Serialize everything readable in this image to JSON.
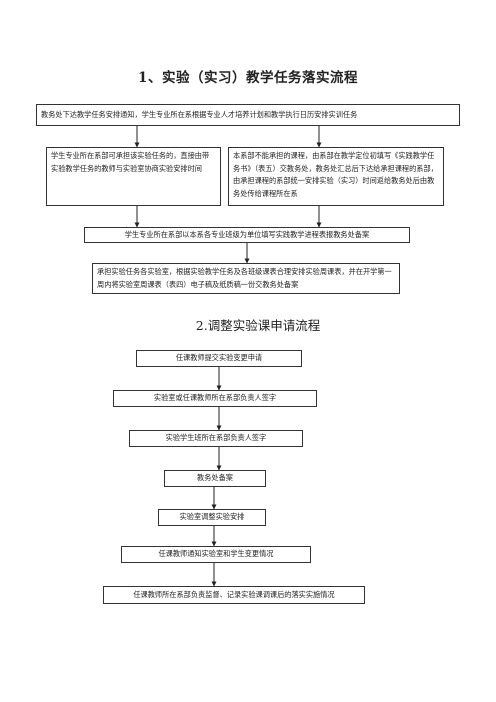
{
  "section1": {
    "title": "1、实验（实习）教学任务落实流程",
    "box_notice": "教务处下达教学任务安排通知，学生专业所在系根据专业人才培养计划和教学执行日历安排实训任务",
    "box_left": "学生专业所在系部可承担该实验任务的，直接由带实验教学任务的教师与实验室协商实验安排时间",
    "box_right": "本系部不能承担的课程，由系部在教学定位初填写《实践教学任务书》（表五）交教务处，教务处汇总后下达给承担课程的系部，由承担课程的系部统一安排实验（实习）时间返给教务处后由教务处传给课程所在系",
    "box_report": "学生专业所在系部以本系各专业班级为单位填写实践教学进程表报教务处备案",
    "box_lab": "承担实验任务各实验室，根据实验教学任务及各班级课表合理安排实验周课表，并在开学第一周内将实验室周课表（表四）电子稿及纸质稿一份交教务处备案"
  },
  "section2": {
    "title": "2.调整实验课申请流程",
    "steps": [
      "任课教师提交实验变更申请",
      "实验室或任课教师所在系部负责人签字",
      "实验学生班所在系部负责人签字",
      "教务处备案",
      "实验室调整实验安排",
      "任课教师通知实验室和学生变更情况",
      "任课教师所在系部负责监督、记录实验课调课后的落实实施情况"
    ]
  }
}
